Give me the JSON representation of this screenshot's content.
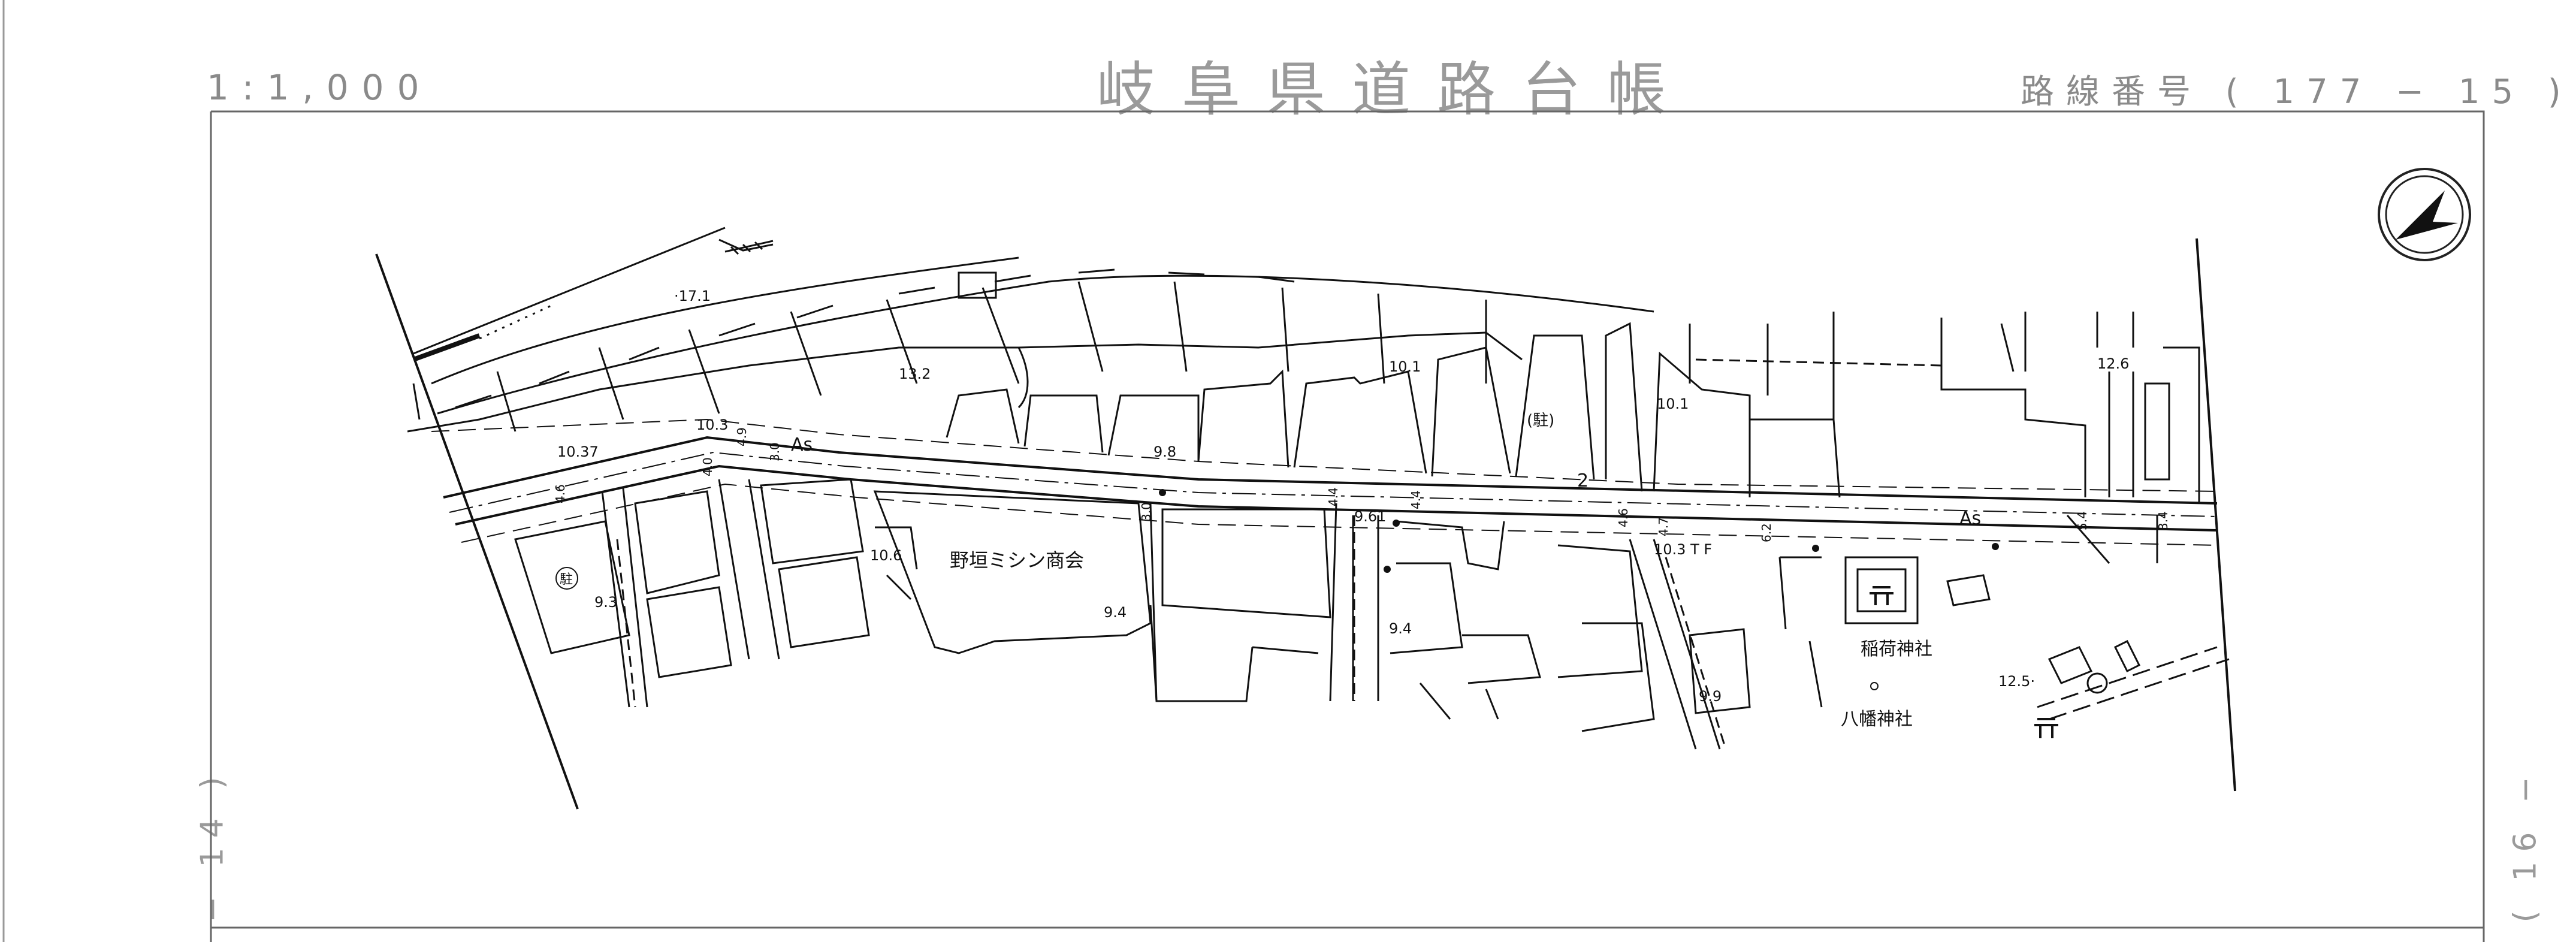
{
  "header": {
    "scale": "1:1,000",
    "title": "岐阜県道路台帳",
    "route_number": "路線番号 ( 177 − 15 )"
  },
  "margins": {
    "prev_sheet": "− 14 )",
    "next_sheet": "( 16 −"
  },
  "map": {
    "north_arrow_icon": "north-arrow-icon",
    "places": {
      "shop": "野垣ミシン商会",
      "shrine_inari": "稲荷神社",
      "shrine_hachiman": "八幡神社",
      "parking_1": "駐",
      "parking_2": "(駐)"
    },
    "surface": [
      "As",
      "As"
    ],
    "route_mark": "2",
    "elevations": {
      "e171": "·17.1",
      "e132": "13.2",
      "e103a": "10.3",
      "e1037": "10.37",
      "e98": "9.8",
      "e101a": "10.1",
      "e101b": "10.1",
      "e126": "12.6",
      "e106": "10.6",
      "e93": "9.3",
      "e94a": "9.4",
      "e961": "9.61",
      "e94b": "9.4",
      "e103b": "10.3 T F",
      "e99": "9.9",
      "e125": "12.5·"
    },
    "widths": [
      "4.6",
      "3.0",
      "4.9",
      "4.0",
      "3.0",
      "4.4",
      "4.4",
      "4.6",
      "4.7",
      "6.2",
      "5.4",
      "3.4"
    ]
  }
}
